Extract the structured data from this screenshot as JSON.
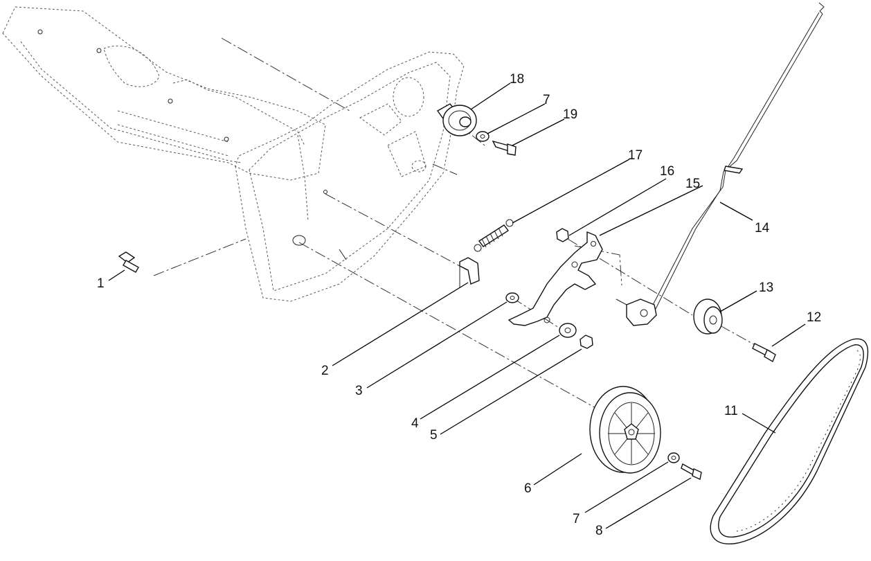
{
  "callouts": {
    "c1": "1",
    "c2": "2",
    "c3": "3",
    "c4": "4",
    "c5": "5",
    "c6": "6",
    "c7a": "7",
    "c7b": "7",
    "c8": "8",
    "c11": "11",
    "c12": "12",
    "c13": "13",
    "c14": "14",
    "c15": "15",
    "c16": "16",
    "c17": "17",
    "c18": "18",
    "c19": "19"
  }
}
